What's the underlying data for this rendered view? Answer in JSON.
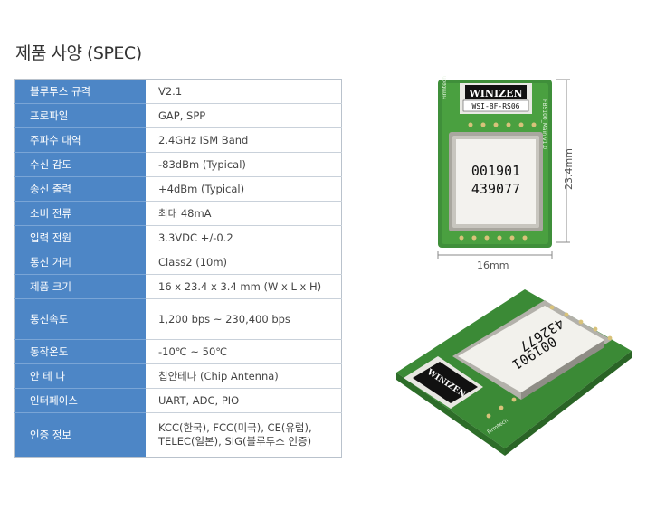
{
  "title": "제품 사양 (SPEC)",
  "specs": [
    {
      "key": "블루투스 규격",
      "value": "V2.1"
    },
    {
      "key": "프로파일",
      "value": "GAP, SPP"
    },
    {
      "key": "주파수 대역",
      "value": "2.4GHz ISM Band"
    },
    {
      "key": "수신 감도",
      "value": "-83dBm (Typical)"
    },
    {
      "key": "송신 출력",
      "value": "+4dBm (Typical)"
    },
    {
      "key": "소비 전류",
      "value": "최대 48mA"
    },
    {
      "key": "입력 전원",
      "value": "3.3VDC +/-0.2"
    },
    {
      "key": "통신 거리",
      "value": "Class2 (10m)"
    },
    {
      "key": "제품 크기",
      "value": "16 x 23.4 x 3.4 mm (W x L x H)"
    },
    {
      "key": "통신속도",
      "value": "1,200 bps ~ 230,400 bps"
    },
    {
      "key": "동작온도",
      "value": "-10℃ ~ 50℃"
    },
    {
      "key": "안 테 나",
      "value": "칩안테나 (Chip Antenna)"
    },
    {
      "key": "인터페이스",
      "value": "UART, ADC, PIO"
    },
    {
      "key": "인증 정보",
      "value_lines": [
        "KCC(한국), FCC(미국), CE(유럽),",
        "TELEC(일본), SIG(블루투스 인증)"
      ]
    }
  ],
  "product": {
    "dim_width": "16mm",
    "dim_height": "23.4mm",
    "brand": "WINIZEN",
    "model": "WSI-BF-RS06",
    "chip_code_1": "001901",
    "chip_code_2": "439077",
    "side_text": "FBS100_Main v1.0",
    "maker": "Firmtech",
    "chip_code_3": "001901",
    "chip_code_4": "432677"
  }
}
